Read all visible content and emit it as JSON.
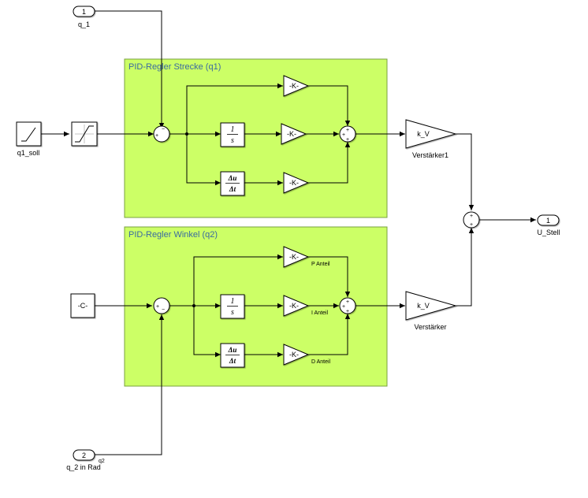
{
  "areas": {
    "strecke_title": "PID-Regler Strecke (q1)",
    "winkel_title": "PID-Regler Winkel (q2)"
  },
  "inports": {
    "q1": {
      "number": "1",
      "label": "q_1"
    },
    "q2": {
      "number": "2",
      "label": "q_2 in Rad",
      "signal_label": "q2"
    }
  },
  "outport": {
    "number": "1",
    "label": "U_Stell"
  },
  "sources": {
    "ramp_label": "q1_soll",
    "constant_text": "-C-"
  },
  "gains": {
    "gain_text": "-K-",
    "p_label": "P Anteil",
    "i_label": "I Anteil",
    "d_label": "D Anteil"
  },
  "amplifiers": {
    "text": "k_V",
    "upper_label": "Verstärker1",
    "lower_label": "Verstärker"
  },
  "integrator": {
    "numerator": "1",
    "denominator": "s"
  },
  "derivative": {
    "numerator": "Δu",
    "denominator": "Δt"
  },
  "sum_signs": {
    "plus": "+",
    "minus": "−"
  }
}
